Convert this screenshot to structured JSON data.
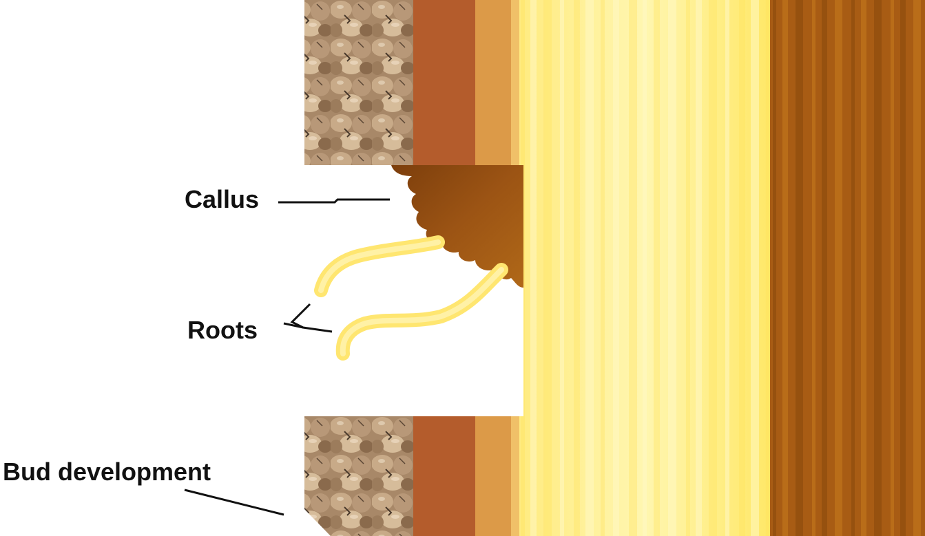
{
  "labels": {
    "callus": "Callus",
    "roots": "Roots",
    "bud_development": "Bud development"
  },
  "colors": {
    "bark_outer": "#9a7a5c",
    "bark_highlight": "#d8c0a0",
    "phloem": "#b45c2c",
    "cambium": "#dc9a48",
    "xylem_light": "#fff5a8",
    "xylem_mid": "#ffe46a",
    "heartwood": "#b06418",
    "heartwood_dark": "#8c4c0c",
    "callus_tissue": "#9c5414",
    "roots": "#ffe670",
    "leader_line": "#111111"
  }
}
